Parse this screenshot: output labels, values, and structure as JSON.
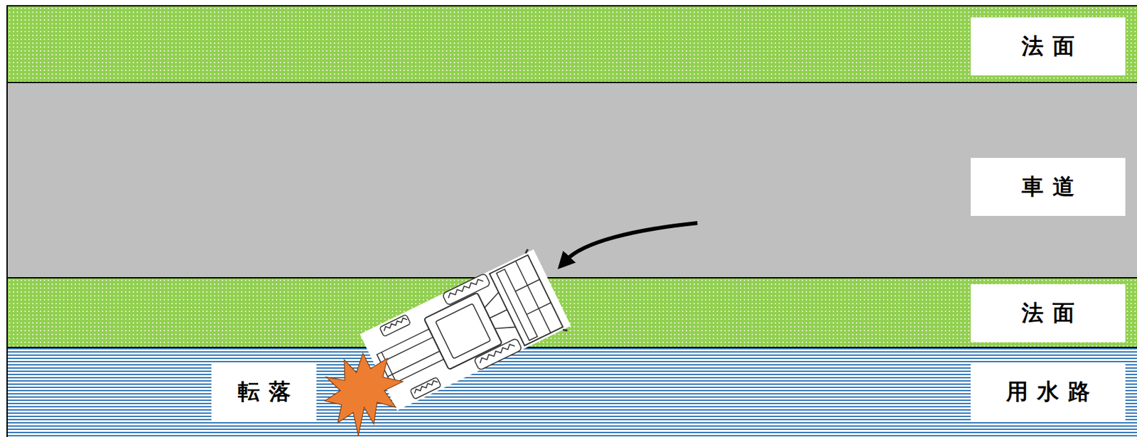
{
  "diagram": {
    "nodes": [
      {
        "text": [
          "法面"
        ]
      },
      {
        "text": [
          "車道"
        ]
      },
      {
        "text": [
          "法面"
        ]
      },
      {
        "text": [
          "用水路"
        ]
      },
      {
        "text": [
          "転落"
        ],
        "in": 3
      }
    ]
  }
}
